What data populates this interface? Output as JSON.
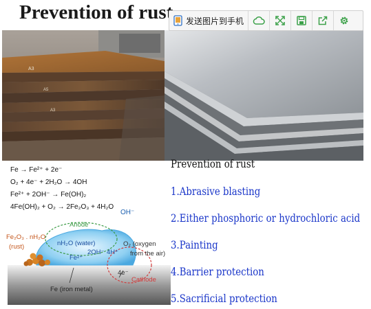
{
  "slide": {
    "title": "Prevention of rust"
  },
  "toolbar": {
    "send_label": "发送图片到手机",
    "buttons": [
      {
        "name": "cloud-icon",
        "color": "#3aa048"
      },
      {
        "name": "expand-icon",
        "color": "#3aa048"
      },
      {
        "name": "save-icon",
        "color": "#3aa048"
      },
      {
        "name": "share-icon",
        "color": "#3aa048"
      },
      {
        "name": "settings-gear-icon",
        "color": "#3aa048"
      }
    ]
  },
  "diagram": {
    "equations": [
      "Fe → Fe²⁺ + 2e⁻",
      "O₂ + 4e⁻ + 2H₂O → 4OH",
      "Fe²⁺ + 2OH⁻ → Fe(OH)₂",
      "4Fe(OH)₂ + O₂ → 2Fe₂O₃ + 4H₂O"
    ],
    "oh_label": "OH⁻",
    "rust_formula": "Fe₂O₃ . nH₂O",
    "rust_label": "(rust)",
    "anode_label": "Anode",
    "water_label": "nH₂O (water)",
    "fe_ion": "Fe²⁺",
    "oh_ion": "2OH⁻",
    "h_ion": "4H⁺",
    "oxygen_label_1": "O₂ (oxygen",
    "oxygen_label_2": "from the air)",
    "electron_label": "4e⁻",
    "cathode_label": "Cathode",
    "iron_label": "Fe (iron metal)"
  },
  "list": {
    "heading": "Prevention of rust",
    "items": [
      "1.Abrasive blasting",
      "2.Either phosphoric or hydrochloric acid",
      "3.Painting",
      "4.Barrier protection",
      "5.Sacrificial protection"
    ]
  }
}
